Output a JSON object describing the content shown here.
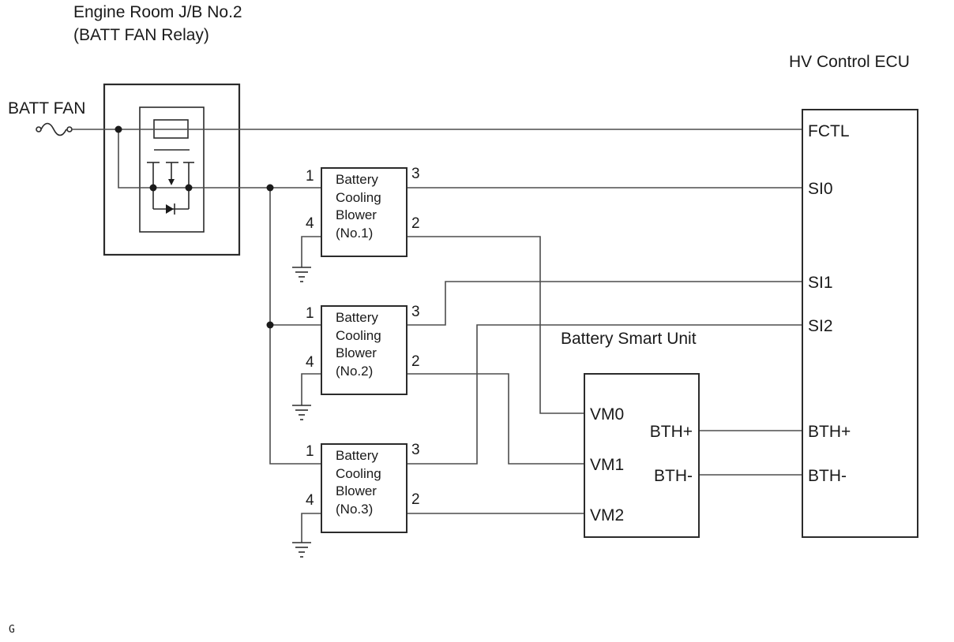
{
  "relay": {
    "title_line1": "Engine Room J/B No.2",
    "title_line2": "(BATT FAN Relay)"
  },
  "fuse": {
    "label": "BATT FAN"
  },
  "ecu": {
    "title": "HV Control ECU",
    "pins": [
      "FCTL",
      "SI0",
      "SI1",
      "SI2",
      "BTH+",
      "BTH-"
    ]
  },
  "smart_unit": {
    "title": "Battery Smart Unit",
    "left_pins": [
      "VM0",
      "VM1",
      "VM2"
    ],
    "right_pins": [
      "BTH+",
      "BTH-"
    ]
  },
  "blowers": [
    {
      "line1": "Battery",
      "line2": "Cooling",
      "line3": "Blower",
      "line4": "(No.1)",
      "pin1": "1",
      "pin2": "2",
      "pin3": "3",
      "pin4": "4"
    },
    {
      "line1": "Battery",
      "line2": "Cooling",
      "line3": "Blower",
      "line4": "(No.2)",
      "pin1": "1",
      "pin2": "2",
      "pin3": "3",
      "pin4": "4"
    },
    {
      "line1": "Battery",
      "line2": "Cooling",
      "line3": "Blower",
      "line4": "(No.3)",
      "pin1": "1",
      "pin2": "2",
      "pin3": "3",
      "pin4": "4"
    }
  ],
  "footnote": "G"
}
